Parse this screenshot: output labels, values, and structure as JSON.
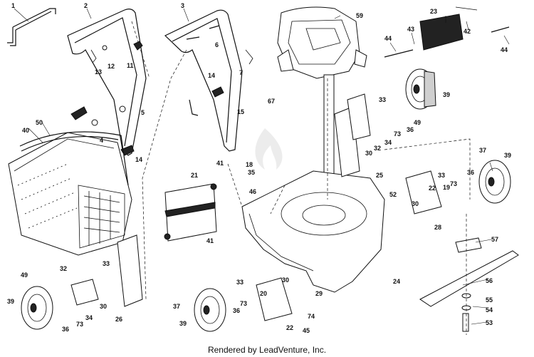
{
  "footer": "Rendered by LeadVenture, Inc.",
  "watermark_icon": "flame-logo-icon",
  "callouts": [
    {
      "id": "c1",
      "text": "1"
    },
    {
      "id": "c2",
      "text": "2"
    },
    {
      "id": "c3",
      "text": "3"
    },
    {
      "id": "c4",
      "text": "4"
    },
    {
      "id": "c5",
      "text": "5"
    },
    {
      "id": "c6",
      "text": "6"
    },
    {
      "id": "c7",
      "text": "7"
    },
    {
      "id": "c11",
      "text": "11"
    },
    {
      "id": "c12",
      "text": "12"
    },
    {
      "id": "c13",
      "text": "13"
    },
    {
      "id": "c14a",
      "text": "14"
    },
    {
      "id": "c14b",
      "text": "14"
    },
    {
      "id": "c15",
      "text": "15"
    },
    {
      "id": "c18",
      "text": "18"
    },
    {
      "id": "c19",
      "text": "19"
    },
    {
      "id": "c20",
      "text": "20"
    },
    {
      "id": "c21",
      "text": "21"
    },
    {
      "id": "c22a",
      "text": "22"
    },
    {
      "id": "c22b",
      "text": "22"
    },
    {
      "id": "c23",
      "text": "23"
    },
    {
      "id": "c24",
      "text": "24"
    },
    {
      "id": "c25",
      "text": "25"
    },
    {
      "id": "c26",
      "text": "26"
    },
    {
      "id": "c28",
      "text": "28"
    },
    {
      "id": "c29",
      "text": "29"
    },
    {
      "id": "c30a",
      "text": "30"
    },
    {
      "id": "c30b",
      "text": "30"
    },
    {
      "id": "c30c",
      "text": "30"
    },
    {
      "id": "c30d",
      "text": "30"
    },
    {
      "id": "c32a",
      "text": "32"
    },
    {
      "id": "c32b",
      "text": "32"
    },
    {
      "id": "c33a",
      "text": "33"
    },
    {
      "id": "c33b",
      "text": "33"
    },
    {
      "id": "c33c",
      "text": "33"
    },
    {
      "id": "c33d",
      "text": "33"
    },
    {
      "id": "c34a",
      "text": "34"
    },
    {
      "id": "c34b",
      "text": "34"
    },
    {
      "id": "c35",
      "text": "35"
    },
    {
      "id": "c36a",
      "text": "36"
    },
    {
      "id": "c36b",
      "text": "36"
    },
    {
      "id": "c36c",
      "text": "36"
    },
    {
      "id": "c36d",
      "text": "36"
    },
    {
      "id": "c37a",
      "text": "37"
    },
    {
      "id": "c37b",
      "text": "37"
    },
    {
      "id": "c39a",
      "text": "39"
    },
    {
      "id": "c39b",
      "text": "39"
    },
    {
      "id": "c39c",
      "text": "39"
    },
    {
      "id": "c39d",
      "text": "39"
    },
    {
      "id": "c40",
      "text": "40"
    },
    {
      "id": "c41a",
      "text": "41"
    },
    {
      "id": "c41b",
      "text": "41"
    },
    {
      "id": "c42",
      "text": "42"
    },
    {
      "id": "c43",
      "text": "43"
    },
    {
      "id": "c44a",
      "text": "44"
    },
    {
      "id": "c44b",
      "text": "44"
    },
    {
      "id": "c45",
      "text": "45"
    },
    {
      "id": "c46",
      "text": "46"
    },
    {
      "id": "c49a",
      "text": "49"
    },
    {
      "id": "c49b",
      "text": "49"
    },
    {
      "id": "c50",
      "text": "50"
    },
    {
      "id": "c52",
      "text": "52"
    },
    {
      "id": "c53",
      "text": "53"
    },
    {
      "id": "c54",
      "text": "54"
    },
    {
      "id": "c55",
      "text": "55"
    },
    {
      "id": "c56",
      "text": "56"
    },
    {
      "id": "c57",
      "text": "57"
    },
    {
      "id": "c59",
      "text": "59"
    },
    {
      "id": "c67",
      "text": "67"
    },
    {
      "id": "c73a",
      "text": "73"
    },
    {
      "id": "c73b",
      "text": "73"
    },
    {
      "id": "c73c",
      "text": "73"
    },
    {
      "id": "c73d",
      "text": "73"
    },
    {
      "id": "c74",
      "text": "74"
    }
  ]
}
